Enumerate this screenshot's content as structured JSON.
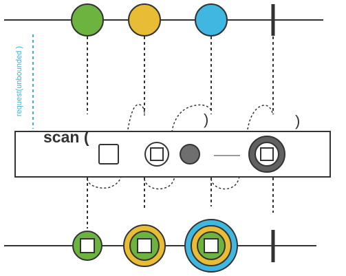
{
  "operator": {
    "label": "scan ("
  },
  "side_label": "request(unbounded )",
  "colors": {
    "green": "#6db33f",
    "yellow": "#e8bc35",
    "blue": "#3fb7e0",
    "line": "#333333",
    "grey_dark": "#616161",
    "grey_mid": "#6f6f6f",
    "grey_light": "#999999",
    "cyan": "#39b4d4"
  },
  "input_marbles": [
    {
      "name": "green-marble",
      "color": "green"
    },
    {
      "name": "yellow-marble",
      "color": "yellow"
    },
    {
      "name": "blue-marble",
      "color": "blue"
    }
  ],
  "output_marbles": [
    {
      "name": "green-square-marble",
      "rings": [
        "green"
      ]
    },
    {
      "name": "yellow-green-square-marble",
      "rings": [
        "yellow",
        "green"
      ]
    },
    {
      "name": "blue-yellow-green-square-marble",
      "rings": [
        "blue",
        "yellow",
        "green"
      ]
    }
  ],
  "closing_parens": [
    ")",
    ")"
  ]
}
